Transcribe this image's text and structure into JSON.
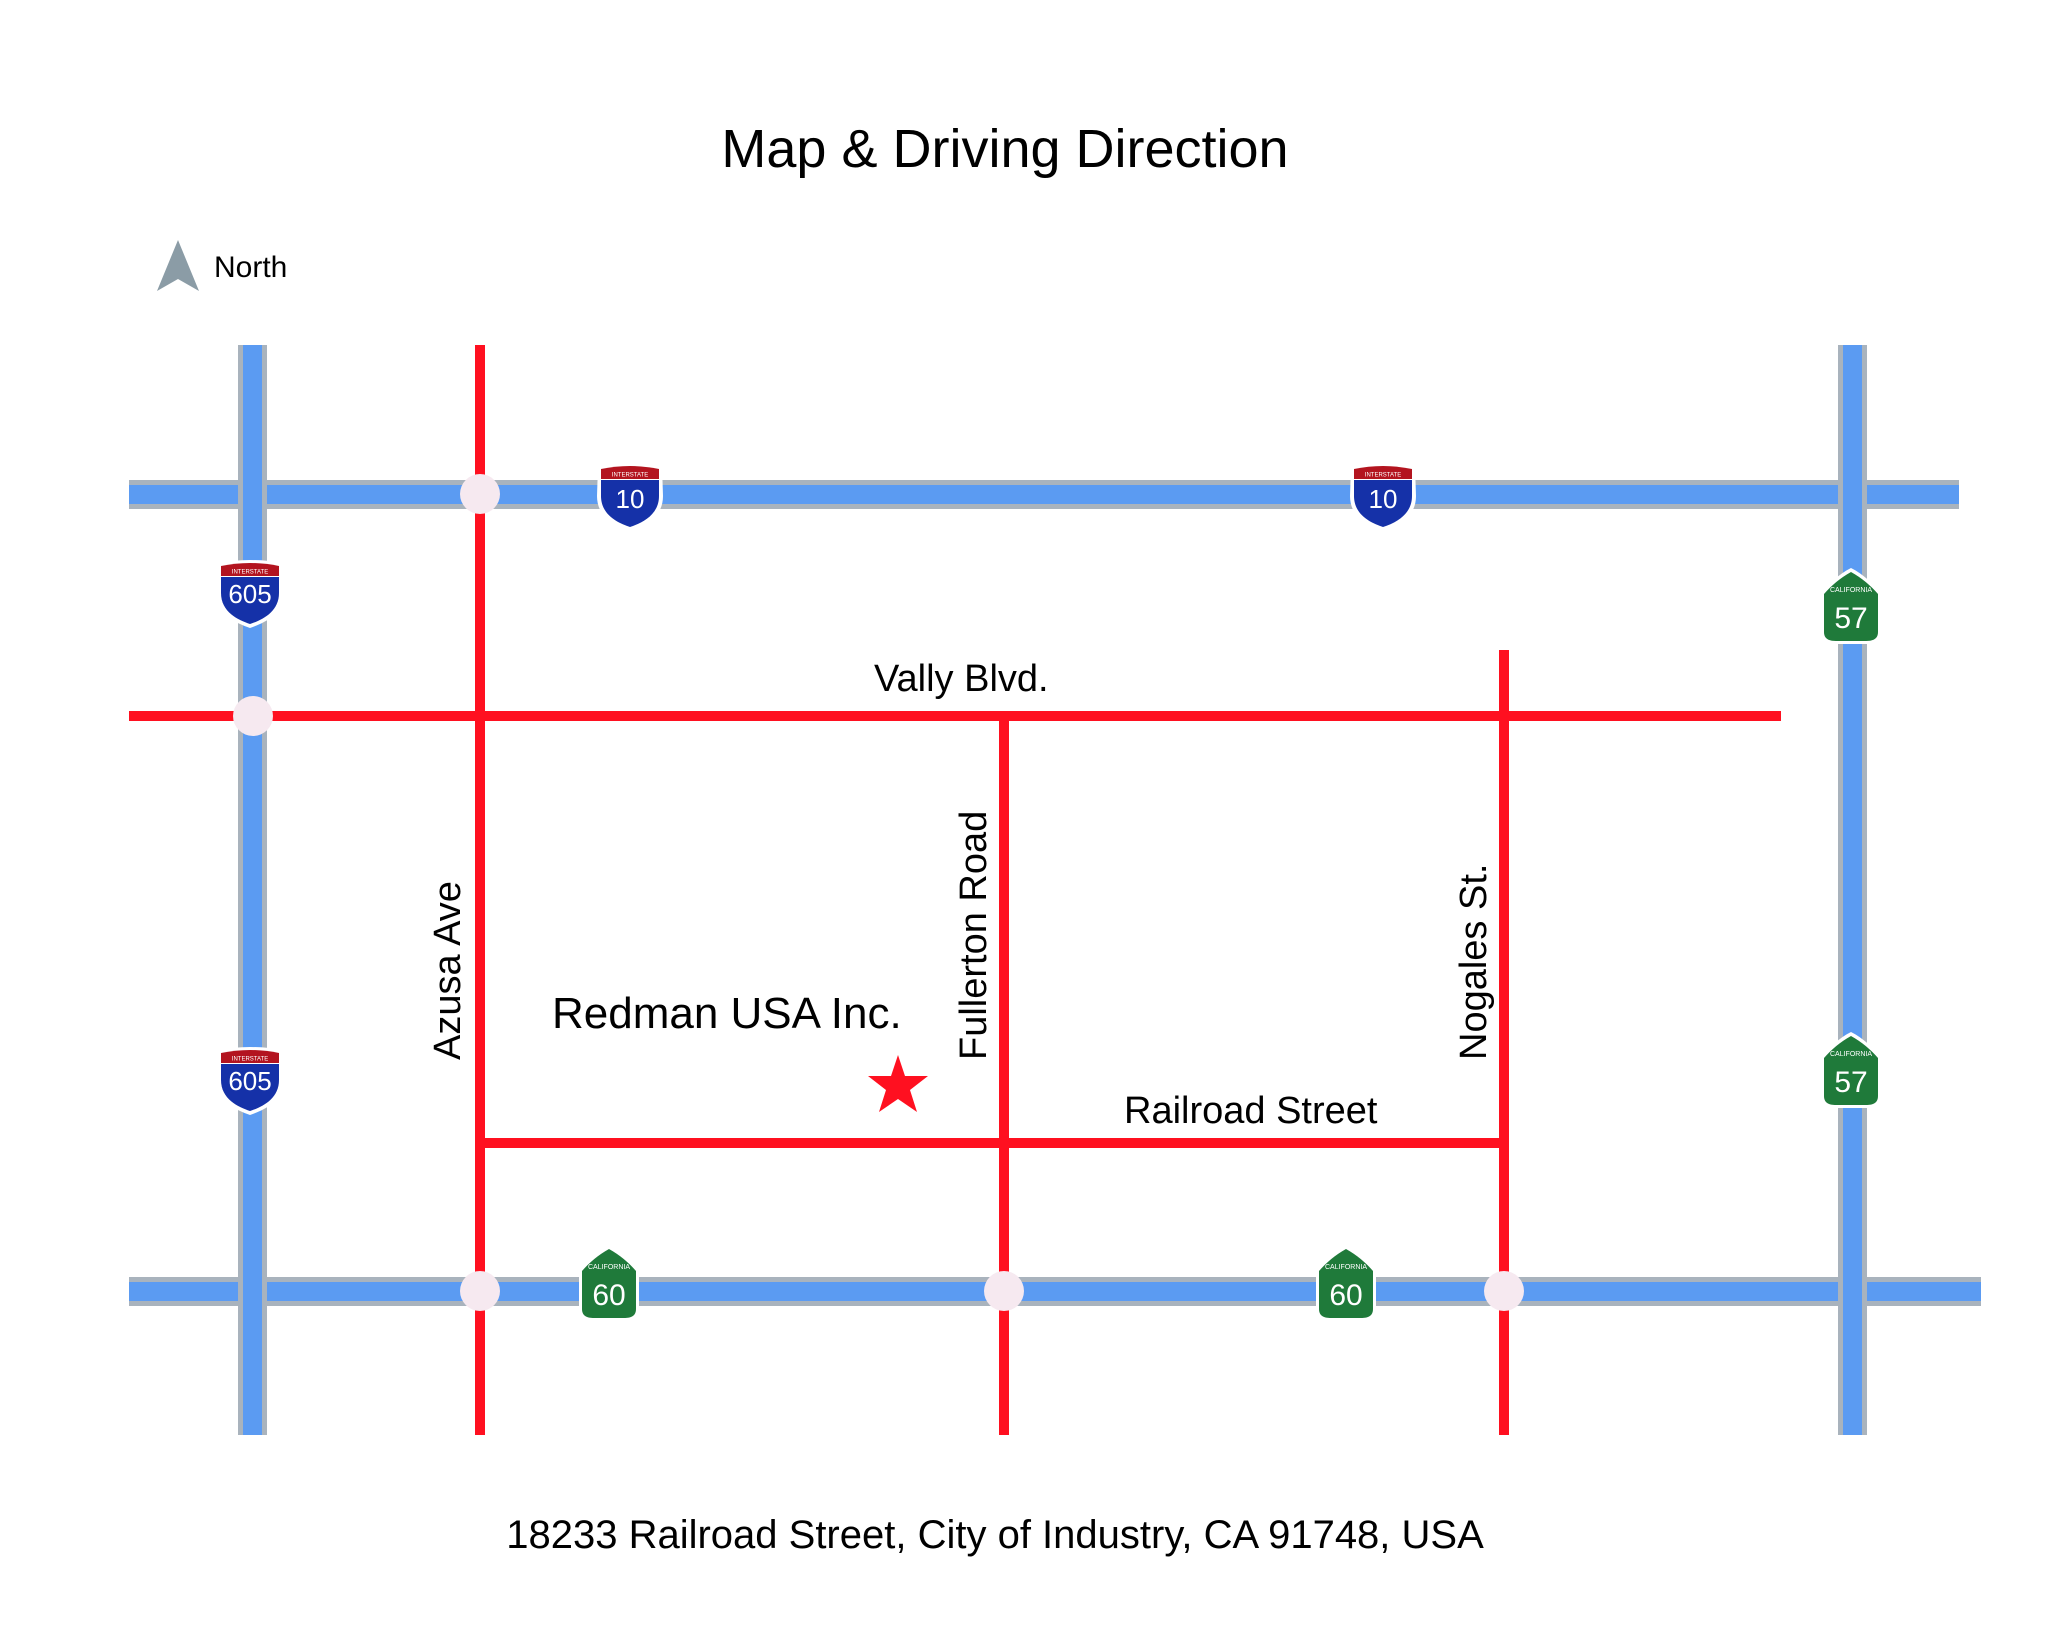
{
  "title": "Map & Driving Direction",
  "north_label": "North",
  "address": "18233 Railroad Street, City of Industry, CA 91748, USA",
  "company_label": "Redman USA Inc.",
  "streets": {
    "vally": "Vally Blvd.",
    "azusa": "Azusa Ave",
    "fullerton": "Fullerton Road",
    "nogales": "Nogales St.",
    "railroad": "Railroad Street"
  },
  "shields": {
    "interstate_header": "INTERSTATE",
    "california_header": "CALIFORNIA",
    "i10": "10",
    "i605": "605",
    "ca57": "57",
    "ca60": "60"
  },
  "colors": {
    "freeway": "#5b9bf2",
    "freeway_edge": "#a9b3bd",
    "street": "#ff1020",
    "junction": "#f6e9f0",
    "interstate_blue": "#1531a8",
    "interstate_red": "#b3141f",
    "california_green": "#1f7a3a",
    "north_arrow": "#8b9ca6"
  }
}
